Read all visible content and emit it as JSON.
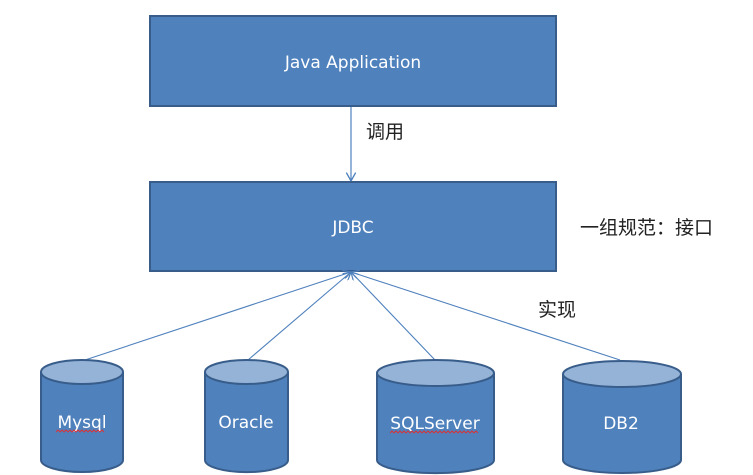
{
  "diagram": {
    "colors": {
      "box_fill": "#4f81bd",
      "box_stroke": "#385d8a",
      "cylinder_top": "#95b3d7",
      "connector": "#4f81bd",
      "text_on_shape": "#ffffff",
      "annotation_text": "#222222",
      "spellcheck_underline": "#e03030"
    },
    "nodes": {
      "java_app": {
        "label": "Java Application"
      },
      "jdbc": {
        "label": "JDBC"
      }
    },
    "databases": [
      {
        "id": "mysql",
        "label": "Mysql",
        "spellcheck_flag": true
      },
      {
        "id": "oracle",
        "label": "Oracle",
        "spellcheck_flag": false
      },
      {
        "id": "sqlserver",
        "label": "SQLServer",
        "spellcheck_flag": true
      },
      {
        "id": "db2",
        "label": "DB2",
        "spellcheck_flag": false
      }
    ],
    "annotations": {
      "call": "调用",
      "spec": "一组规范：接口",
      "implement": "实现"
    },
    "edges": [
      {
        "from": "java_app",
        "to": "jdbc",
        "label": "调用"
      },
      {
        "from": "mysql",
        "to": "jdbc"
      },
      {
        "from": "oracle",
        "to": "jdbc"
      },
      {
        "from": "sqlserver",
        "to": "jdbc"
      },
      {
        "from": "db2",
        "to": "jdbc",
        "label": "实现"
      }
    ]
  }
}
